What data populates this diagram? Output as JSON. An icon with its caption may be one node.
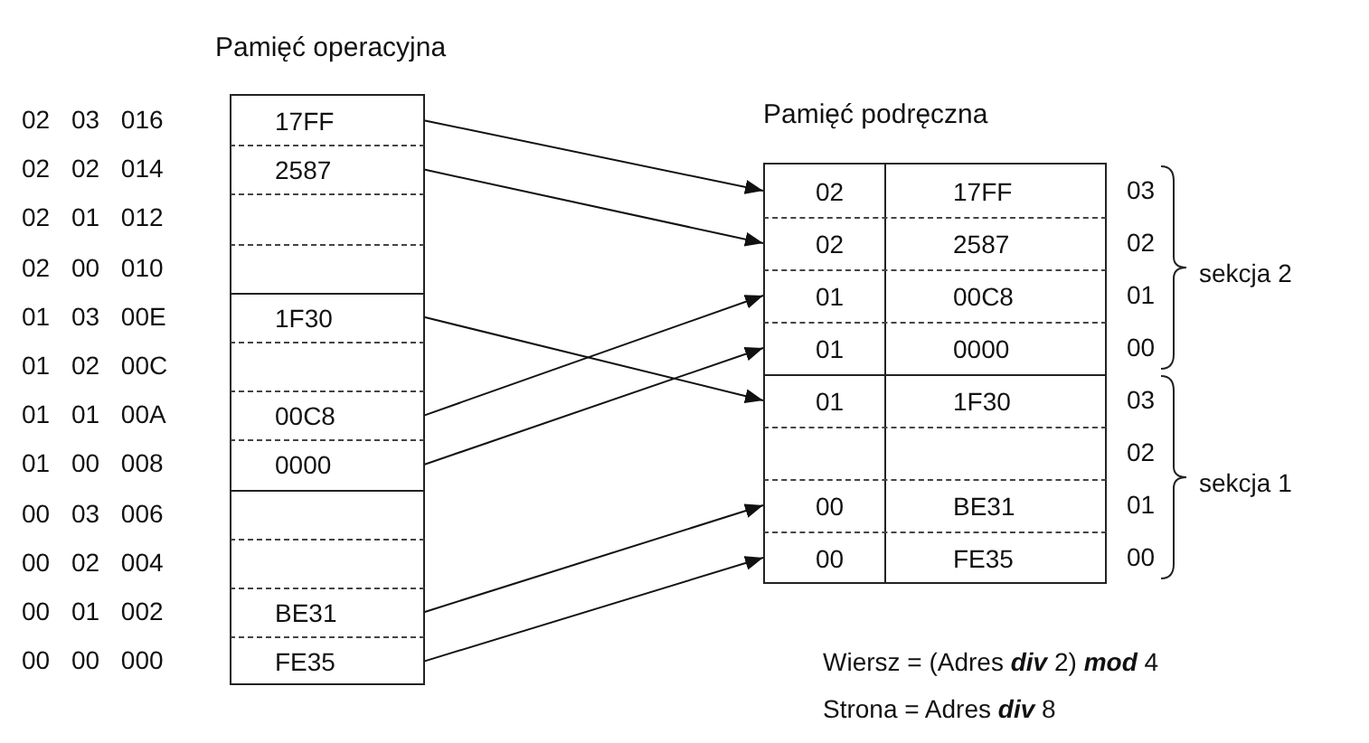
{
  "diagram": {
    "nodes": [
      {
        "text": [],
        "shape": "box"
      },
      {
        "text": [
          "17FF"
        ],
        "in": 0
      },
      {
        "text": [
          "2587"
        ],
        "in": 0
      },
      {
        "text": [],
        "shape": "box",
        "in": 0
      },
      {
        "text": [],
        "shape": "box",
        "in": 0
      },
      {
        "text": [
          "1F30"
        ],
        "in": 0
      },
      {
        "text": [],
        "shape": "box",
        "in": 0
      },
      {
        "text": [
          "00C8"
        ],
        "in": 0
      },
      {
        "text": [
          "0000"
        ],
        "in": 0
      },
      {
        "text": [],
        "shape": "box",
        "in": 0
      },
      {
        "text": [],
        "shape": "box",
        "in": 0
      },
      {
        "text": [
          "BE31"
        ],
        "in": 0
      },
      {
        "text": [
          "FE35"
        ],
        "in": 0
      },
      {
        "text": [
          "Pamięć podręczna"
        ]
      },
      {
        "text": [
          "02",
          "17FF"
        ],
        "in": 13
      },
      {
        "text": [
          "02",
          "2587"
        ],
        "in": 13
      },
      {
        "text": [
          "01",
          "00C8"
        ],
        "in": 13
      },
      {
        "text": [
          "01",
          "0000"
        ],
        "in": 13
      },
      {
        "text": [
          "01",
          "1F30"
        ],
        "in": 13
      },
      {
        "text": [],
        "shape": "box",
        "in": 13
      },
      {
        "text": [
          "00",
          "BE31"
        ],
        "in": 13
      },
      {
        "text": [
          "00",
          "FE35"
        ],
        "in": 13
      }
    ],
    "edges": [
      {
        "from": 1,
        "to": 14,
        "arrow": "to"
      },
      {
        "from": 2,
        "to": 15,
        "arrow": "to"
      },
      {
        "from": 7,
        "to": 16,
        "arrow": "to"
      },
      {
        "from": 8,
        "to": 17,
        "arrow": "to"
      },
      {
        "from": 5,
        "to": 18,
        "arrow": "to"
      },
      {
        "from": 11,
        "to": 20,
        "arrow": "to"
      },
      {
        "from": 12,
        "to": 21,
        "arrow": "to"
      }
    ],
    "labels": [
      "Pamięć operacyjna",
      "02 03 016",
      "02 02 014",
      "02 01 012",
      "02 00 010",
      "01 03 00E",
      "01 02 00C",
      "01 01 00A",
      "01 00 008",
      "00 03 006",
      "00 02 004",
      "00 01 002",
      "00 00 000",
      "03",
      "02",
      "01",
      "00",
      "03",
      "02",
      "01",
      "00",
      "sekcja 2",
      "sekcja 1",
      "Wiersz = (Adres **div** 2) **mod** 4",
      "Strona = Adres **div** 8"
    ]
  }
}
